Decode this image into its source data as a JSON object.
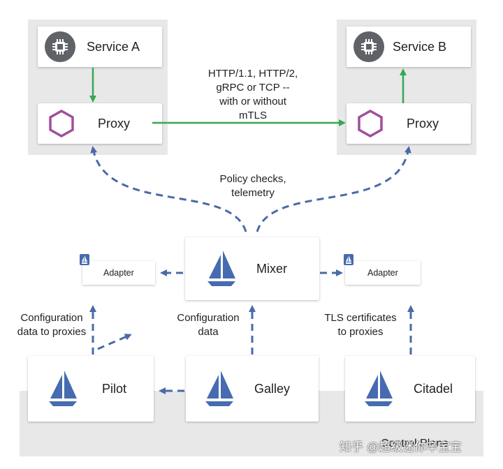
{
  "services": {
    "a": {
      "label": "Service A",
      "icon": "chip-icon"
    },
    "b": {
      "label": "Service B",
      "icon": "chip-icon"
    }
  },
  "proxies": {
    "left_label": "Proxy",
    "right_label": "Proxy",
    "icon": "hexagon-icon"
  },
  "links": {
    "protocol_text": [
      "HTTP/1.1, HTTP/2,",
      "gRPC or TCP --",
      "with or without",
      "mTLS"
    ],
    "policy_text": [
      "Policy checks,",
      "telemetry"
    ],
    "config_left": [
      "Configuration",
      "data to proxies"
    ],
    "config_mid": [
      "Configuration",
      "data"
    ],
    "tls_text": [
      "TLS certificates",
      "to proxies"
    ]
  },
  "control_plane": {
    "mixer": "Mixer",
    "pilot": "Pilot",
    "galley": "Galley",
    "citadel": "Citadel",
    "adapter_left": "Adapter",
    "adapter_right": "Adapter",
    "title": "Control Plane"
  },
  "watermark": "知乎 @超级迷你辛宝宝",
  "colors": {
    "service_arrow": "#34a853",
    "dashed_arrow": "#4a6aa8",
    "hexagon": "#a24d9c",
    "sail": "#466bb0",
    "panel_gray": "#e8e8e8",
    "chip_gray": "#5f6368"
  }
}
